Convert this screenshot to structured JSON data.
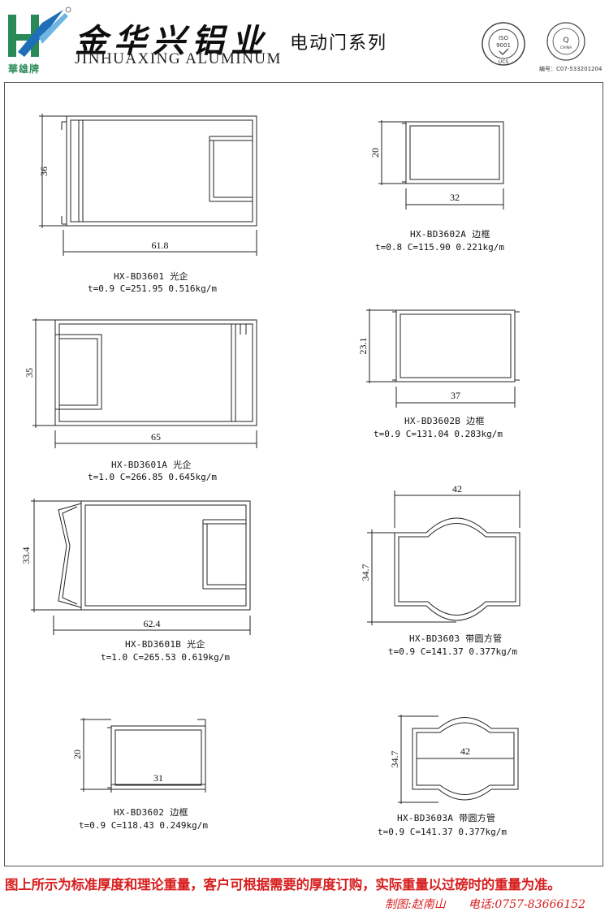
{
  "header": {
    "brand_cn": "金华兴铝业",
    "brand_en": "JINHUAXING ALUMINUM",
    "brand_sub": "華雄牌",
    "series_title": "电动门系列",
    "cert_iso_top": "ISO",
    "cert_iso_num": "9001",
    "cert_iso_bottom": "UCS",
    "cert_q_letter": "Q",
    "cert_q_text": "CHINA",
    "cert_number": "编号：C07-533201204"
  },
  "profiles": [
    {
      "name": "HX-BD3601  光企",
      "spec": "t=0.9  C=251.95  0.516kg/m",
      "dim_w": "61.8",
      "dim_h": "36"
    },
    {
      "name": "HX-BD3602A  边框",
      "spec": "t=0.8  C=115.90  0.221kg/m",
      "dim_w": "32",
      "dim_h": "20"
    },
    {
      "name": "HX-BD3601A   光企",
      "spec": "t=1.0  C=266.85  0.645kg/m",
      "dim_w": "65",
      "dim_h": "35"
    },
    {
      "name": "HX-BD3602B   边框",
      "spec": "t=0.9  C=131.04  0.283kg/m",
      "dim_w": "37",
      "dim_h": "23.1"
    },
    {
      "name": "HX-BD3601B   光企",
      "spec": "t=1.0  C=265.53  0.619kg/m",
      "dim_w": "62.4",
      "dim_h": "33.4"
    },
    {
      "name": "HX-BD3603  带圆方管",
      "spec": "t=0.9  C=141.37  0.377kg/m",
      "dim_w": "42",
      "dim_h": "34.7"
    },
    {
      "name": "HX-BD3602  边框",
      "spec": "t=0.9  C=118.43  0.249kg/m",
      "dim_w": "31",
      "dim_h": "20"
    },
    {
      "name": "HX-BD3603A 带圆方管",
      "spec": "t=0.9  C=141.37  0.377kg/m",
      "dim_w": "42",
      "dim_h": "34.7"
    }
  ],
  "footer": {
    "note": "图上所示为标准厚度和理论重量，客户可根据需要的厚度订购，实际重量以过磅时的重量为准。",
    "drawn_by": "制图:赵南山",
    "phone": "电话:0757-83666152"
  },
  "colors": {
    "accent": "#d81e1e",
    "brand_green": "#2a8a57",
    "brand_blue": "#1e6fb8"
  }
}
